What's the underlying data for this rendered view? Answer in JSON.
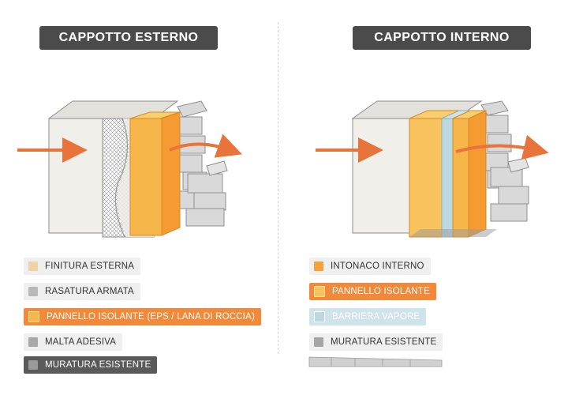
{
  "left": {
    "title": "CAPPOTTO ESTERNO",
    "legend": [
      {
        "label": "FINITURA ESTERNA",
        "swatch": "#f3d1a8",
        "style": "light"
      },
      {
        "label": "RASATURA ARMATA",
        "swatch": "#b9b9b9",
        "style": "light"
      },
      {
        "label": "PANNELLO ISOLANTE (EPS / LANA DI ROCCIA)",
        "swatch": "#f7b64a",
        "style": "orange"
      },
      {
        "label": "MALTA ADESIVA",
        "swatch": "#a8a8a8",
        "style": "light"
      },
      {
        "label": "MURATURA ESISTENTE",
        "swatch": "#9a9a9a",
        "style": "dark"
      }
    ]
  },
  "right": {
    "title": "CAPPOTTO INTERNO",
    "legend": [
      {
        "label": "INTONACO INTERNO",
        "swatch": "#f5a23a",
        "style": "light"
      },
      {
        "label": "PANNELLO ISOLANTE",
        "swatch": "#f8c25c",
        "style": "orange"
      },
      {
        "label": "BARRIERA VAPORE",
        "swatch": "#bcd8df",
        "style": "blue"
      },
      {
        "label": "MURATURA ESISTENTE",
        "swatch": "#a5a5a5",
        "style": "light"
      }
    ]
  },
  "colors": {
    "arrow": "#e8743b",
    "insulation": "#f7b64a",
    "insulation_light": "#f9cf6e",
    "vapor": "#bcd8df",
    "plaster": "#ecebe6",
    "brick": "#d6d6d6"
  },
  "icons": [
    "heat-flow-arrow-icon"
  ]
}
